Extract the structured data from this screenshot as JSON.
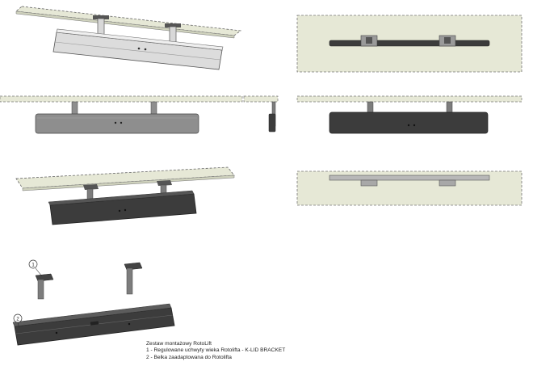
{
  "callouts": [
    {
      "number": "1"
    },
    {
      "number": "2"
    }
  ],
  "caption": {
    "title": "Zestaw montażowy RotoLift",
    "items": [
      "1 - Regulowane uchwyty wieka Rotolifta - K-LID BRACKET",
      "2 - Belka zaadaptowana do Rotolifta"
    ]
  },
  "colors": {
    "panel": "#e6e8d6",
    "beam_light": "#c9c9c9",
    "beam_mid": "#8e8e8e",
    "beam_dark": "#3c3c3c",
    "bracket": "#7d7d7d",
    "outline": "#555555"
  }
}
